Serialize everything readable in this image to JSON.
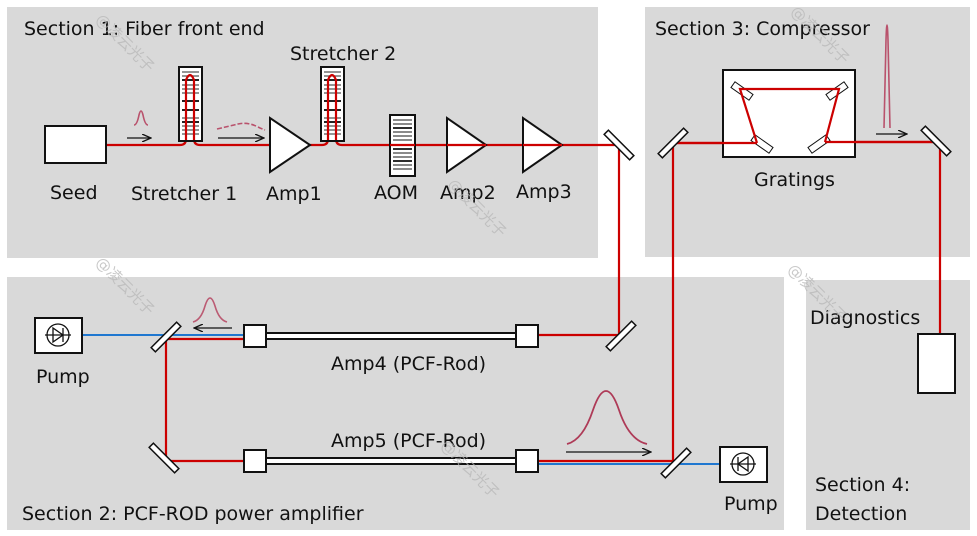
{
  "title": "Fiber CPA laser system schematic",
  "colors": {
    "section_bg": "#d9d9d9",
    "beam": "#cc0000",
    "pump_beam": "#1f77d0",
    "pulse": "#b03050",
    "outline": "#111111"
  },
  "sections": [
    {
      "id": "s1",
      "label": "Section 1: Fiber front end"
    },
    {
      "id": "s2",
      "label": "Section 2: PCF-ROD power amplifier"
    },
    {
      "id": "s3",
      "label": "Section 3: Compressor"
    },
    {
      "id": "s4",
      "label_line1": "Section 4:",
      "label_line2": "Detection"
    }
  ],
  "components": {
    "seed": "Seed",
    "stretcher1": "Stretcher 1",
    "stretcher2": "Stretcher 2",
    "amp1": "Amp1",
    "aom": "AOM",
    "amp2": "Amp2",
    "amp3": "Amp3",
    "gratings": "Gratings",
    "diagnostics": "Diagnostics",
    "amp4": "Amp4 (PCF-Rod)",
    "amp5": "Amp5 (PCF-Rod)",
    "pump1": "Pump",
    "pump2": "Pump"
  },
  "watermark": "@凌云光子"
}
